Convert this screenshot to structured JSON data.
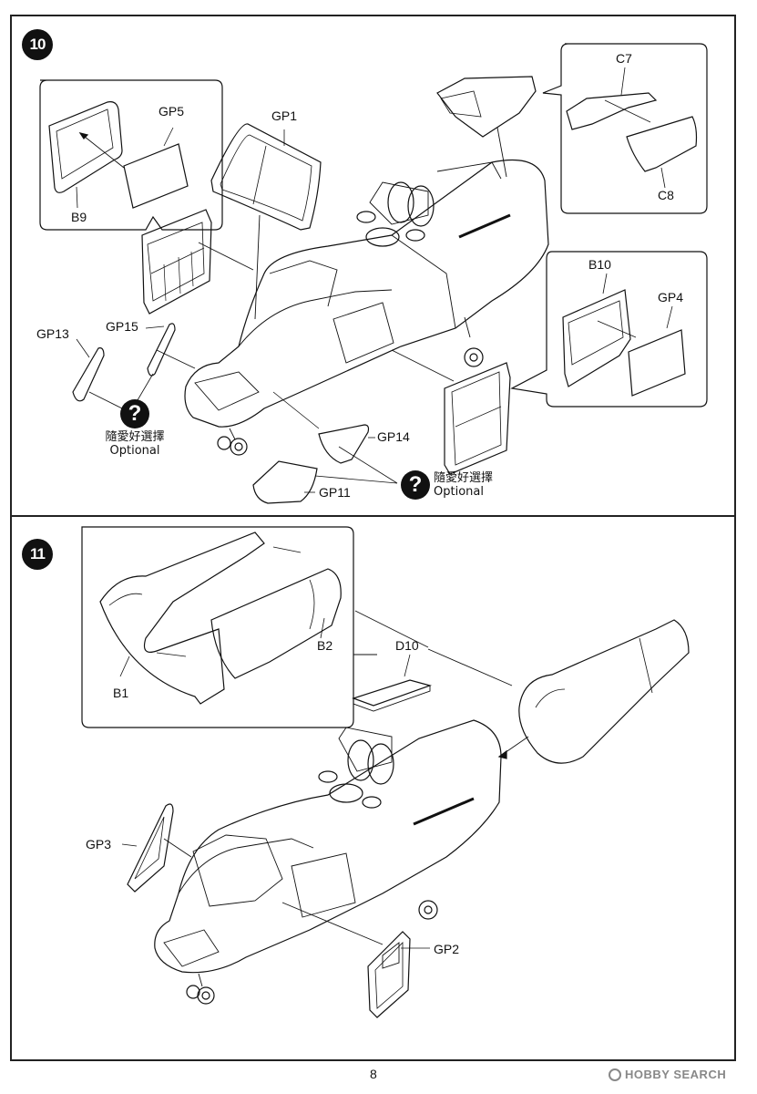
{
  "steps": [
    {
      "number": "10",
      "parts": {
        "gp1": "GP1",
        "gp5": "GP5",
        "b9": "B9",
        "c7": "C7",
        "c8": "C8",
        "b10": "B10",
        "gp4": "GP4",
        "gp13": "GP13",
        "gp15": "GP15",
        "gp14": "GP14",
        "gp11": "GP11"
      },
      "optional_notes": [
        {
          "icon": "?",
          "chinese": "隨愛好選擇",
          "english": "Optional"
        },
        {
          "icon": "?",
          "chinese": "隨愛好選擇",
          "english": "Optional"
        }
      ]
    },
    {
      "number": "11",
      "parts": {
        "b1": "B1",
        "b2": "B2",
        "d10": "D10",
        "gp3": "GP3",
        "gp2": "GP2"
      }
    }
  ],
  "page_number": "8",
  "watermark": "HOBBY SEARCH",
  "colors": {
    "ink": "#111111",
    "watermark": "#888888"
  }
}
